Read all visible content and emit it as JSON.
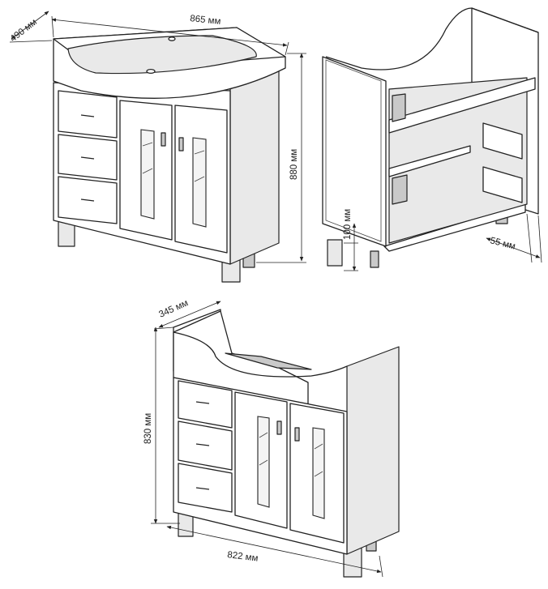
{
  "dimensions": {
    "sink_depth": "490 мм",
    "sink_width": "865 мм",
    "total_height": "880 мм",
    "leg_height": "100 мм",
    "back_offset": "55 мм",
    "cabinet_depth": "345 мм",
    "cabinet_height": "830 мм",
    "cabinet_width": "822 мм"
  },
  "colors": {
    "line": "#222222",
    "background": "#ffffff",
    "panel_shade": "#e9e9e9",
    "dark_shade": "#c9c9c9"
  },
  "icons": [
    "arrow-marker-icon"
  ]
}
